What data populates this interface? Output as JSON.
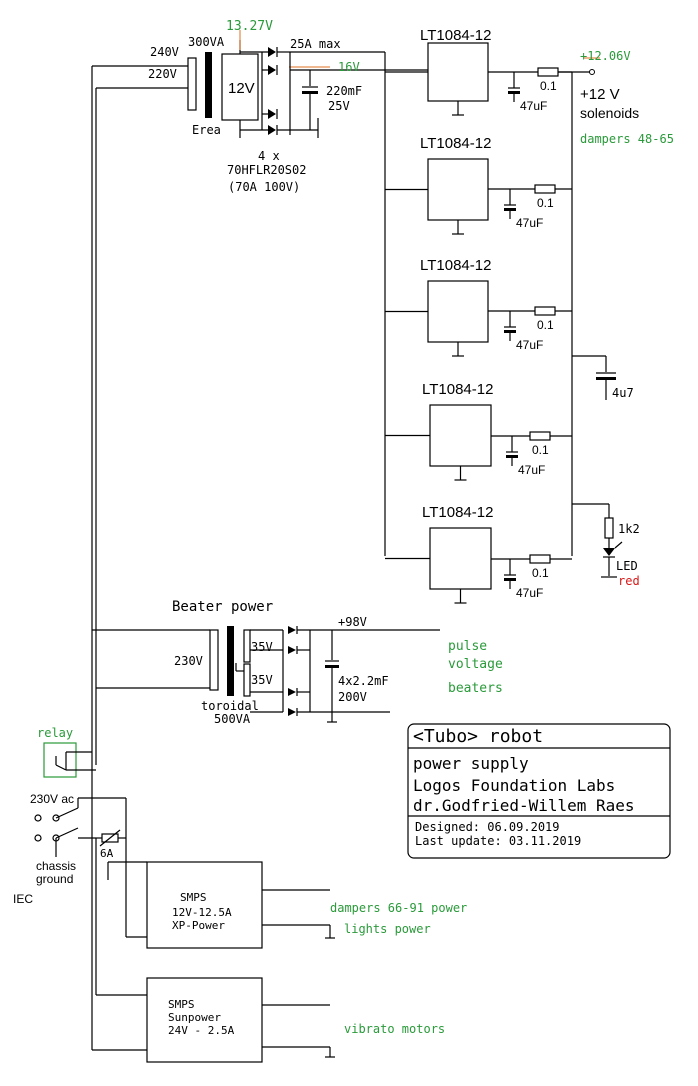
{
  "transformer_main": {
    "v_in_1": "240V",
    "v_in_2": "220V",
    "rating": "300VA",
    "brand": "Erea",
    "secondary": "12V",
    "measured_ac": "13.27V",
    "current": "25A max",
    "measured_dc": "16V",
    "cap_value": "220mF",
    "cap_voltage": "25V",
    "diode_count": "4 x",
    "diode_type": "70HFLR20S02",
    "diode_rating": "(70A 100V)"
  },
  "regulators": [
    {
      "name": "LT1084-12",
      "resistor": "0.1",
      "cap": "47uF"
    },
    {
      "name": "LT1084-12",
      "resistor": "0.1",
      "cap": "47uF"
    },
    {
      "name": "LT1084-12",
      "resistor": "0.1",
      "cap": "47uF"
    },
    {
      "name": "LT1084-12",
      "resistor": "0.1",
      "cap": "47uF"
    },
    {
      "name": "LT1084-12",
      "resistor": "0.1",
      "cap": "47uF"
    }
  ],
  "output12": {
    "measured": "+12.06V",
    "label_1": "+12 V",
    "label_2": "solenoids",
    "dampers": "dampers 48-65",
    "cap": "4u7",
    "led_resistor": "1k2",
    "led_label": "LED",
    "led_color": "red"
  },
  "beater": {
    "title": "Beater power",
    "v_in": "230V",
    "sec_1": "35V",
    "sec_2": "35V",
    "kind": "toroidal",
    "rating": "500VA",
    "v_out": "+98V",
    "caps": "4x2.2mF",
    "cap_voltage": "200V",
    "pulse_1": "pulse",
    "pulse_2": "voltage",
    "beaters": "beaters"
  },
  "mains": {
    "relay": "relay",
    "v_ac": "230V ac",
    "fuse": "6A",
    "ground_1": "chassis",
    "ground_2": "ground",
    "iec": "IEC"
  },
  "smps1": {
    "line1": "SMPS",
    "line2": "12V-12.5A",
    "line3": "XP-Power",
    "out1": "dampers 66-91 power",
    "out2": "lights power"
  },
  "smps2": {
    "line1": "SMPS",
    "line2": "Sunpower",
    "line3": "24V - 2.5A",
    "out1": "vibrato motors"
  },
  "title_block": {
    "title": "<Tubo> robot",
    "line1": "power supply",
    "line2": "Logos Foundation Labs",
    "line3": "dr.Godfried-Willem Raes",
    "designed": "Designed: 06.09.2019",
    "updated": "Last update: 03.11.2019"
  },
  "colors": {
    "annotation": "#2a9a3a",
    "led": "#d81818",
    "marker": "#e07020"
  }
}
